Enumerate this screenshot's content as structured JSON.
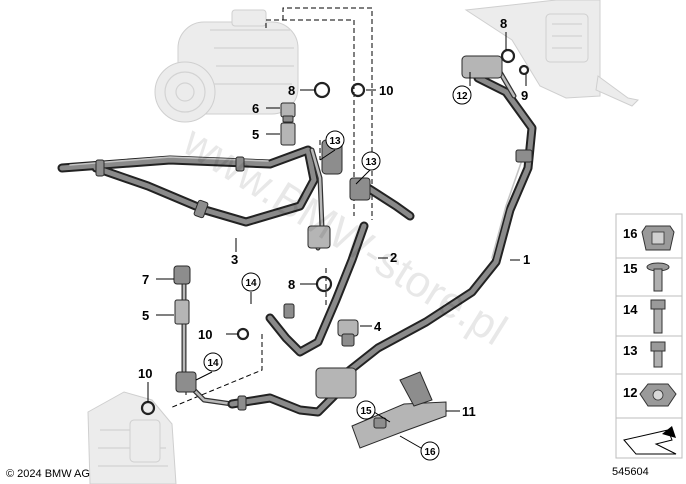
{
  "diagram": {
    "copyright": "© 2024 BMW AG",
    "image_number": "545604",
    "watermark": "www.BMW-store.pl",
    "callouts": [
      {
        "id": "c1",
        "label": "1"
      },
      {
        "id": "c2",
        "label": "2"
      },
      {
        "id": "c3",
        "label": "3"
      },
      {
        "id": "c4",
        "label": "4"
      },
      {
        "id": "c5a",
        "label": "5"
      },
      {
        "id": "c5b",
        "label": "5"
      },
      {
        "id": "c6",
        "label": "6"
      },
      {
        "id": "c7",
        "label": "7"
      },
      {
        "id": "c8a",
        "label": "8"
      },
      {
        "id": "c8b",
        "label": "8"
      },
      {
        "id": "c8c",
        "label": "8"
      },
      {
        "id": "c9",
        "label": "9"
      },
      {
        "id": "c10a",
        "label": "10"
      },
      {
        "id": "c10b",
        "label": "10"
      },
      {
        "id": "c10c",
        "label": "10"
      },
      {
        "id": "c11",
        "label": "11"
      }
    ],
    "circled_callouts": [
      {
        "id": "k12",
        "label": "12"
      },
      {
        "id": "k13a",
        "label": "13"
      },
      {
        "id": "k13b",
        "label": "13"
      },
      {
        "id": "k14a",
        "label": "14"
      },
      {
        "id": "k14b",
        "label": "14"
      },
      {
        "id": "k15",
        "label": "15"
      },
      {
        "id": "k16",
        "label": "16"
      }
    ],
    "legend": [
      {
        "label": "16",
        "icon": "cage-nut-icon"
      },
      {
        "label": "15",
        "icon": "collar-bolt-icon"
      },
      {
        "label": "14",
        "icon": "hex-bolt-long-icon"
      },
      {
        "label": "13",
        "icon": "hex-bolt-short-icon"
      },
      {
        "label": "12",
        "icon": "hex-nut-icon"
      },
      {
        "label": "",
        "icon": "arrow-reference-icon"
      }
    ]
  }
}
